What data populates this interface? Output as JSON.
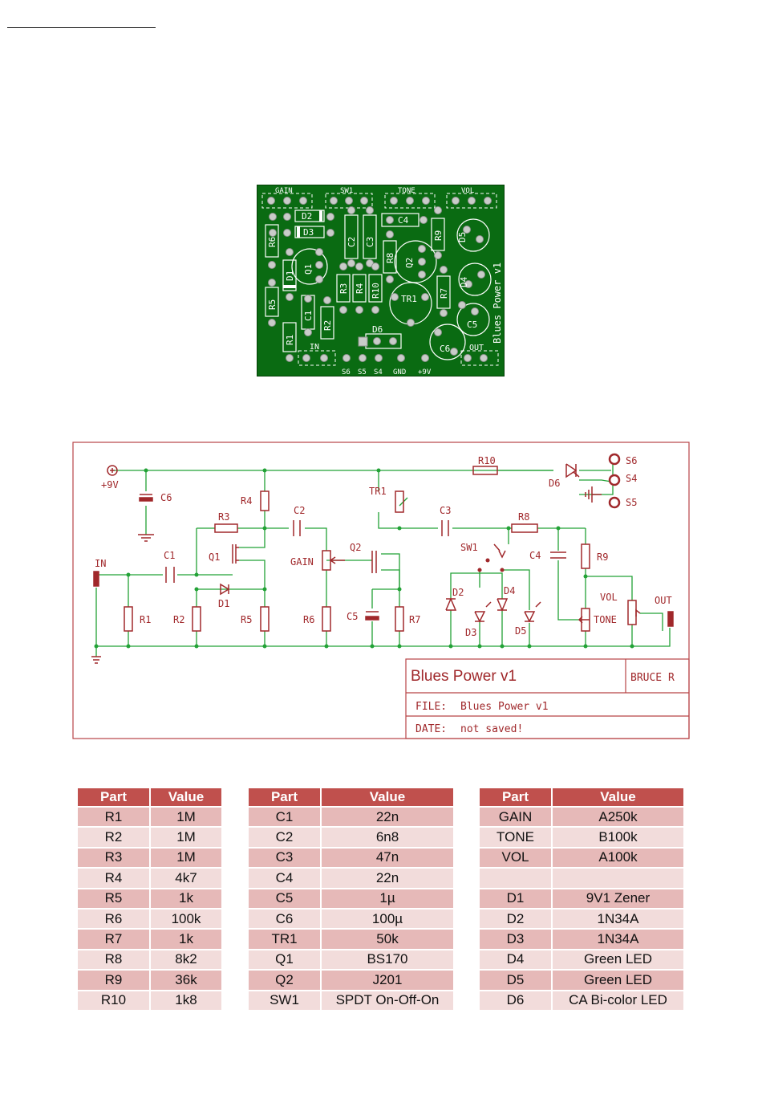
{
  "pcb": {
    "pots": [
      "GAIN",
      "SW1",
      "TONE",
      "VOL"
    ],
    "parts": [
      "D2",
      "D3",
      "R6",
      "D1",
      "Q1",
      "R5",
      "C1",
      "R1",
      "R2",
      "C2",
      "C3",
      "R3",
      "R4",
      "R10",
      "C4",
      "R8",
      "Q2",
      "TR1",
      "R9",
      "R7",
      "D5",
      "D4",
      "C5",
      "C6",
      "D6",
      "IN",
      "OUT"
    ],
    "title": "Blues Power v1",
    "pads": [
      "S6",
      "S5",
      "S4",
      "GND",
      "+9V"
    ]
  },
  "schematic": {
    "labels": [
      "+9V",
      "C6",
      "R4",
      "R3",
      "C2",
      "TR1",
      "R10",
      "D6",
      "S6",
      "S4",
      "S5",
      "C3",
      "R8",
      "IN",
      "C1",
      "Q1",
      "D1",
      "GAIN",
      "Q2",
      "SW1",
      "C4",
      "R9",
      "D2",
      "D4",
      "VOL",
      "OUT",
      "TONE",
      "R1",
      "R2",
      "R5",
      "R6",
      "C5",
      "R7",
      "D3",
      "D5"
    ],
    "title": "Blues Power v1",
    "author": "BRUCE R",
    "file_label": "FILE:",
    "file_value": "Blues Power v1",
    "date_label": "DATE:",
    "date_value": "not saved!"
  },
  "bom": {
    "header_part": "Part",
    "header_value": "Value",
    "columns": [
      [
        [
          "R1",
          "1M"
        ],
        [
          "R2",
          "1M"
        ],
        [
          "R3",
          "1M"
        ],
        [
          "R4",
          "4k7"
        ],
        [
          "R5",
          "1k"
        ],
        [
          "R6",
          "100k"
        ],
        [
          "R7",
          "1k"
        ],
        [
          "R8",
          "8k2"
        ],
        [
          "R9",
          "36k"
        ],
        [
          "R10",
          "1k8"
        ]
      ],
      [
        [
          "C1",
          "22n"
        ],
        [
          "C2",
          "6n8"
        ],
        [
          "C3",
          "47n"
        ],
        [
          "C4",
          "22n"
        ],
        [
          "C5",
          "1µ"
        ],
        [
          "C6",
          "100µ"
        ],
        [
          "TR1",
          "50k"
        ],
        [
          "Q1",
          "BS170"
        ],
        [
          "Q2",
          "J201"
        ],
        [
          "SW1",
          "SPDT On-Off-On"
        ]
      ],
      [
        [
          "GAIN",
          "A250k"
        ],
        [
          "TONE",
          "B100k"
        ],
        [
          "VOL",
          "A100k"
        ],
        [
          "",
          ""
        ],
        [
          "D1",
          "9V1 Zener"
        ],
        [
          "D2",
          "1N34A"
        ],
        [
          "D3",
          "1N34A"
        ],
        [
          "D4",
          "Green LED"
        ],
        [
          "D5",
          "Green LED"
        ],
        [
          "D6",
          "CA Bi-color LED"
        ]
      ]
    ]
  }
}
